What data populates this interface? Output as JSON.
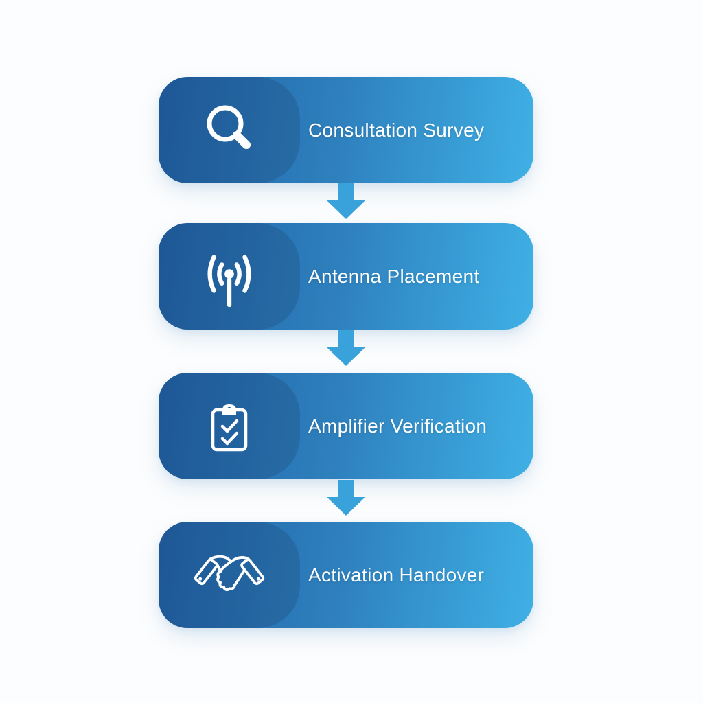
{
  "diagram": {
    "kind": "vertical-process-flow",
    "connector": "down-arrow",
    "steps": [
      {
        "label": "Consultation Survey",
        "icon": "search-icon"
      },
      {
        "label": "Antenna Placement",
        "icon": "antenna-signal-icon"
      },
      {
        "label": "Amplifier Verification",
        "icon": "clipboard-check-icon"
      },
      {
        "label": "Activation Handover",
        "icon": "handshake-icon"
      }
    ]
  },
  "colors": {
    "page_bg": "#fcfdfe",
    "card_grad_from": "#2263a8",
    "card_grad_mid": "#2e80bd",
    "card_grad_to": "#3fb0e5",
    "icon_overlay": "rgba(10,30,64,0.16)",
    "arrow": "#3aa2da",
    "text": "#ffffff"
  }
}
